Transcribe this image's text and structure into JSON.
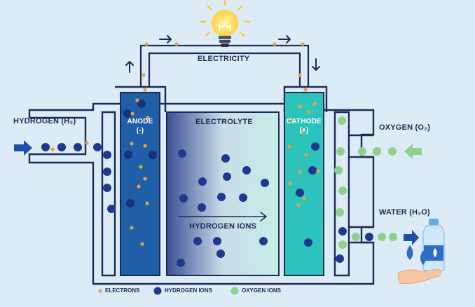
{
  "labels": {
    "electricity": "ELECTRICITY",
    "electrolyte": "ELECTROLYTE",
    "hydrogen_ions": "HYDROGEN IONS",
    "hydrogen_in": "HYDROGEN (H₂)",
    "oxygen_in": "OXYGEN (O₂)",
    "water_out": "WATER (H₂O)",
    "anode": "ANODE",
    "anode_sign": "(-)",
    "cathode": "CATHODE",
    "cathode_sign": "(+)"
  },
  "legend": [
    {
      "label": "ELECTRONS",
      "color": "#e5a23c"
    },
    {
      "label": "HYDROGEN IONS",
      "color": "#1d3a8f"
    },
    {
      "label": "OXYGEN IONS",
      "color": "#8ed18c"
    }
  ],
  "icons": [
    "light-bulb-icon",
    "water-bottle-icon",
    "hand-icon",
    "arrow-icon"
  ],
  "colors": {
    "background": "#dcebf5",
    "frame": "#1b2a57",
    "anode": "#1e5fa8",
    "cathode": "#2cc3bd",
    "electron": "#e5a23c",
    "hydrogen_ion": "#1d3a8f",
    "oxygen_ion": "#8ed18c"
  }
}
